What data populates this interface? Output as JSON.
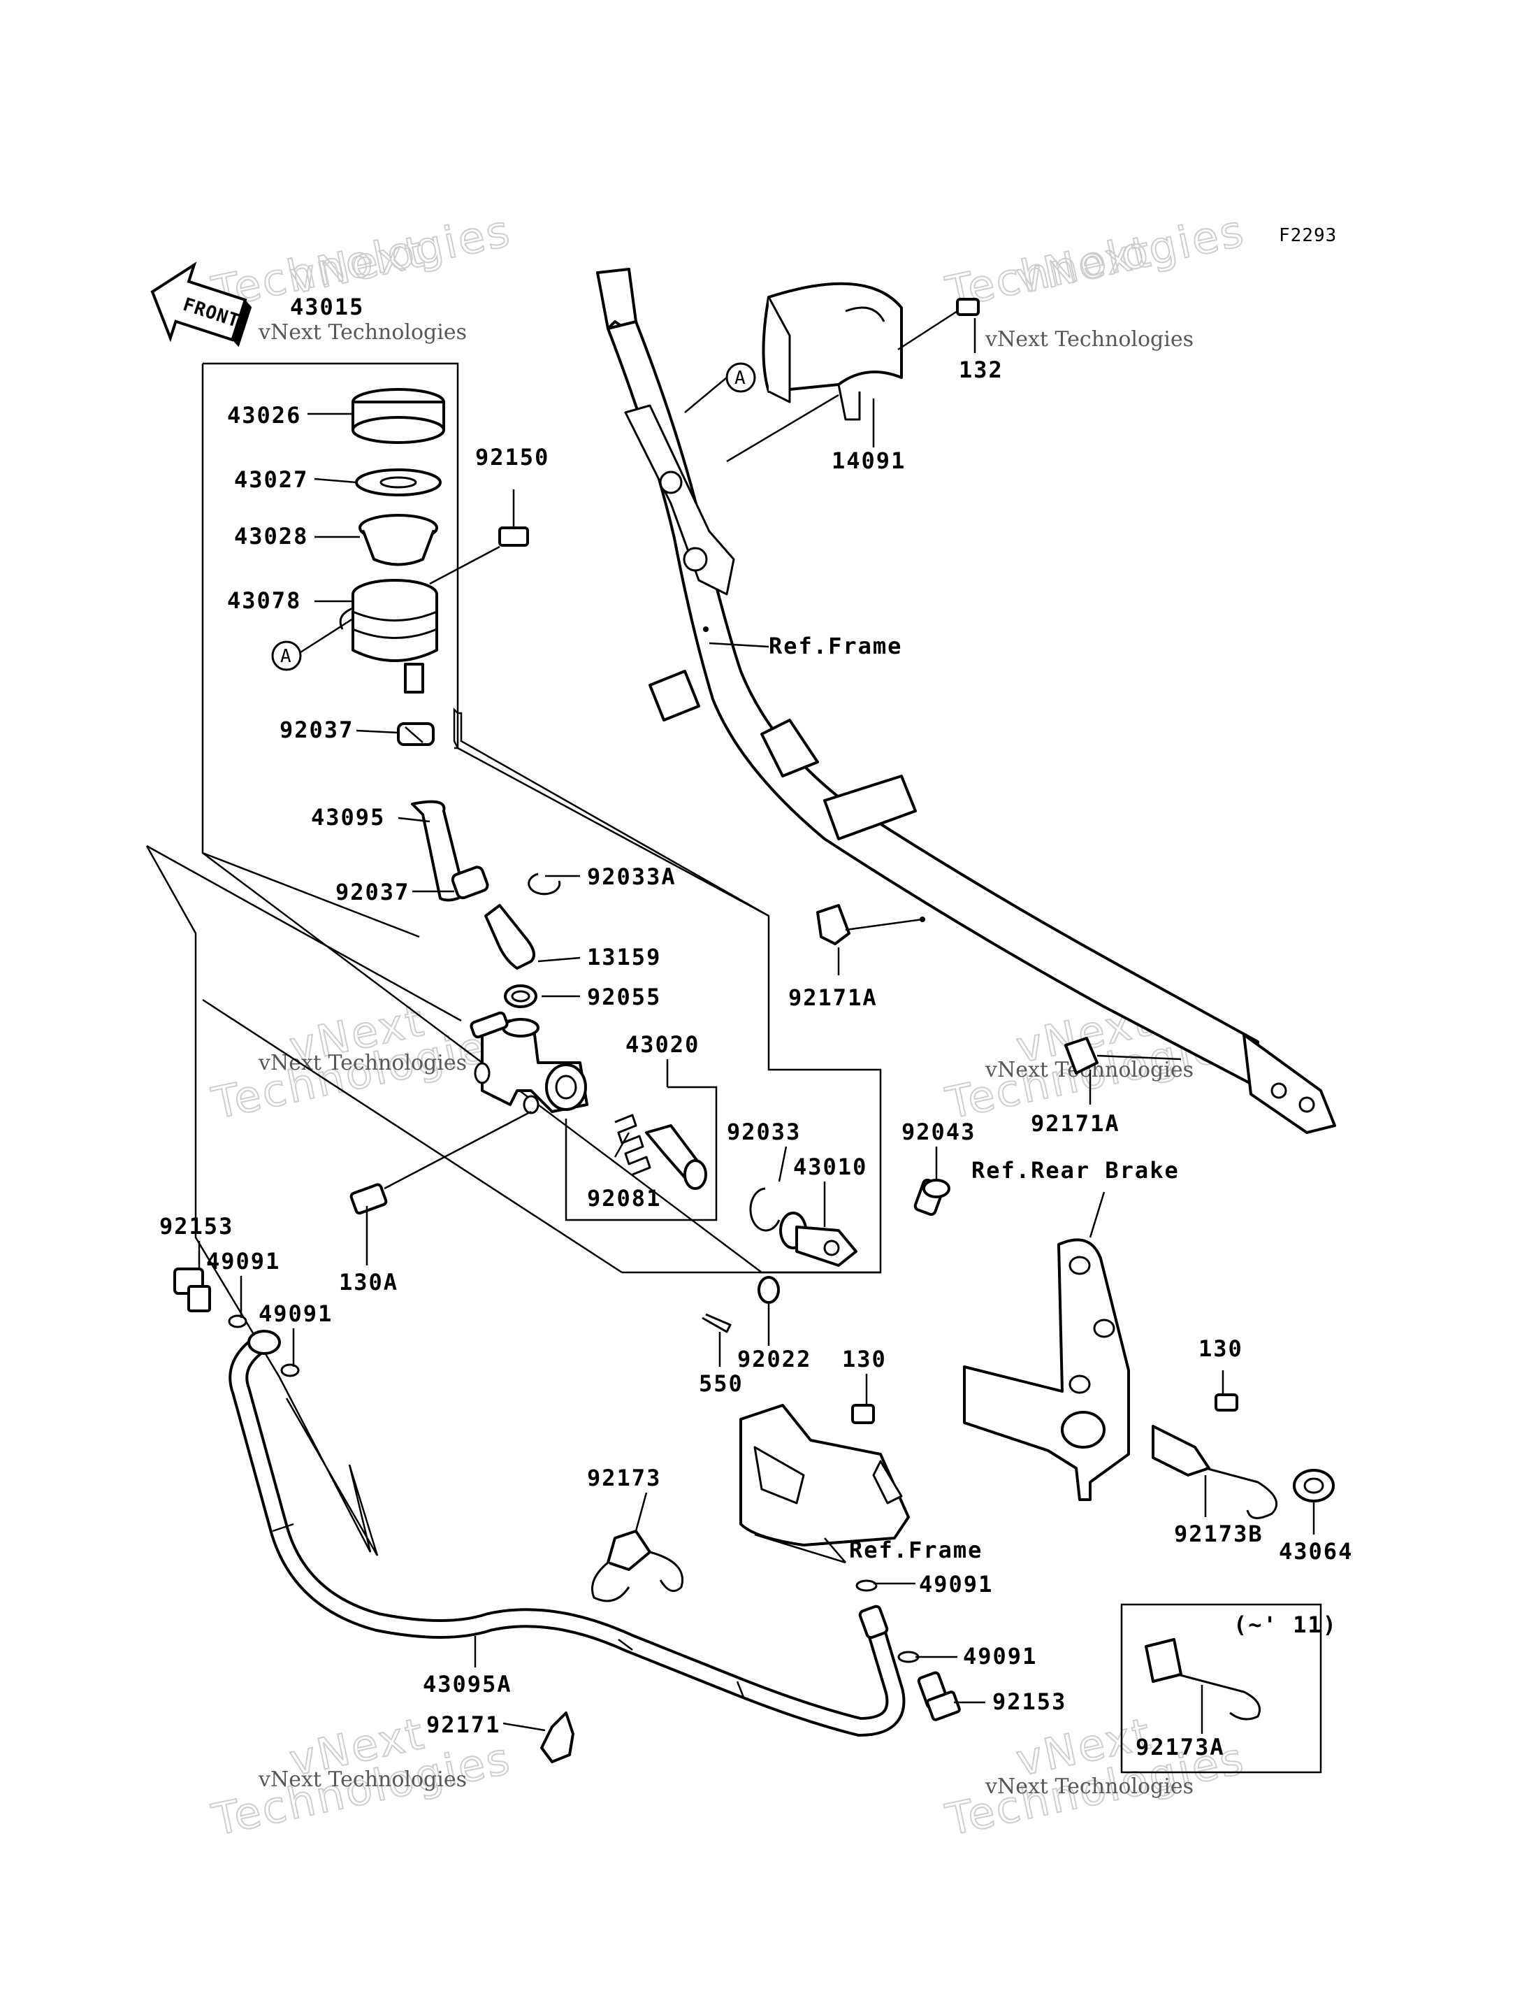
{
  "figure_code": "F2293",
  "front_label": "FRONT",
  "callout_letter": "A",
  "applicability_note": "(~' 11)",
  "watermark": {
    "line1": "vNext Technologies",
    "line2": "Technologies",
    "prefix": "vNext"
  },
  "refs": {
    "frame": "Ref.Frame",
    "rear_brake": "Ref.Rear Brake"
  },
  "parts": {
    "p43015": "43015",
    "p43026": "43026",
    "p43027": "43027",
    "p43028": "43028",
    "p43078": "43078",
    "p92150": "92150",
    "p92037a": "92037",
    "p43095": "43095",
    "p92037b": "92037",
    "p92033A": "92033A",
    "p13159": "13159",
    "p92055": "92055",
    "p43020": "43020",
    "p92033": "92033",
    "p92081": "92081",
    "p43010": "43010",
    "p92043": "92043",
    "p130A": "130A",
    "p92153a": "92153",
    "p49091a": "49091",
    "p49091b": "49091",
    "p92022": "92022",
    "p550": "550",
    "p130a": "130",
    "p130b": "130",
    "p92173": "92173",
    "p92173B": "92173B",
    "p43064": "43064",
    "p49091c": "49091",
    "p49091d": "49091",
    "p92153b": "92153",
    "p43095A": "43095A",
    "p92171": "92171",
    "p92173A": "92173A",
    "p132": "132",
    "p14091": "14091",
    "p92171A1": "92171A",
    "p92171A2": "92171A"
  }
}
